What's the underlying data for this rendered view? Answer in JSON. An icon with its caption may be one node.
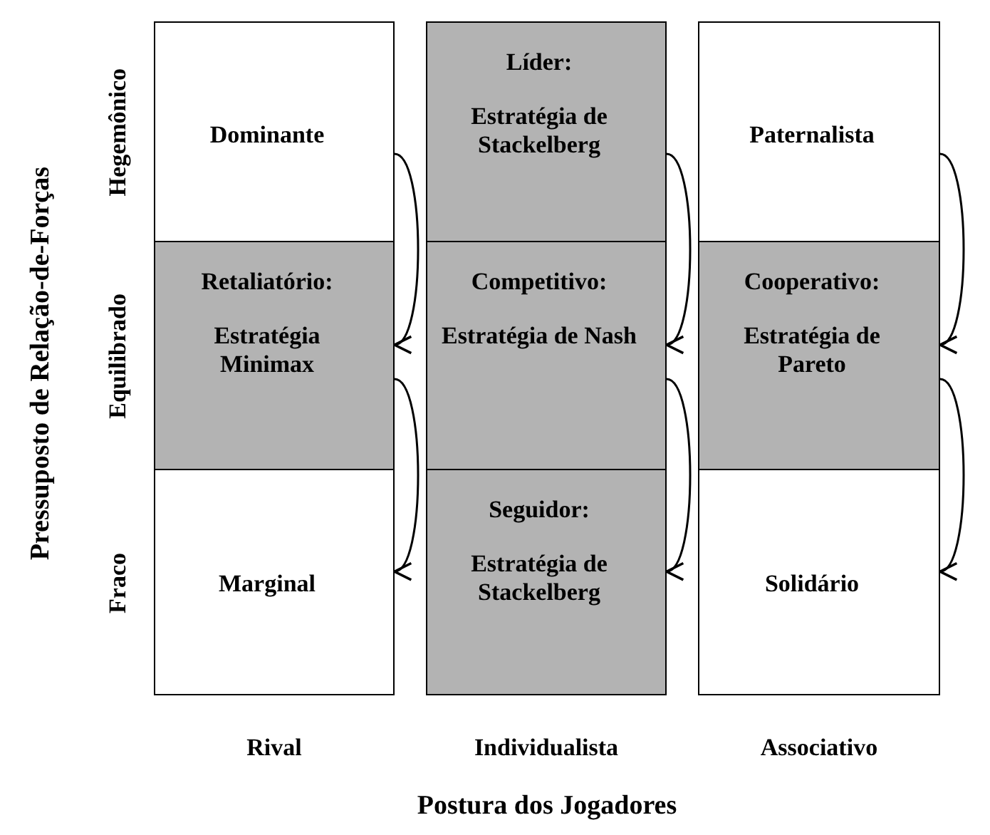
{
  "diagram": {
    "nodes": [
      {
        "text": [
          "Dominante"
        ]
      },
      {
        "text": [
          "Líder:",
          "Estratégia de Stackelberg"
        ]
      },
      {
        "text": [
          "Paternalista"
        ]
      },
      {
        "text": [
          "Retaliatório:",
          "Estratégia Minimax"
        ]
      },
      {
        "text": [
          "Competitivo:",
          "Estratégia de Nash"
        ]
      },
      {
        "text": [
          "Cooperativo:",
          "Estratégia de Pareto"
        ]
      },
      {
        "text": [
          "Marginal"
        ]
      },
      {
        "text": [
          "Seguidor:",
          "Estratégia de Stackelberg"
        ]
      },
      {
        "text": [
          "Solidário"
        ]
      }
    ],
    "edges": [
      {
        "from": 0,
        "to": 3,
        "arrow": "to"
      },
      {
        "from": 3,
        "to": 6,
        "arrow": "to"
      },
      {
        "from": 1,
        "to": 4,
        "arrow": "to"
      },
      {
        "from": 4,
        "to": 7,
        "arrow": "to"
      },
      {
        "from": 2,
        "to": 5,
        "arrow": "to"
      },
      {
        "from": 5,
        "to": 8,
        "arrow": "to"
      }
    ],
    "labels": [
      "Pressuposto de Relação-de-Forças",
      "Hegemônico",
      "Equilibrado",
      "Fraco",
      "Rival",
      "Individualista",
      "Associativo",
      "Postura dos Jogadores"
    ]
  }
}
